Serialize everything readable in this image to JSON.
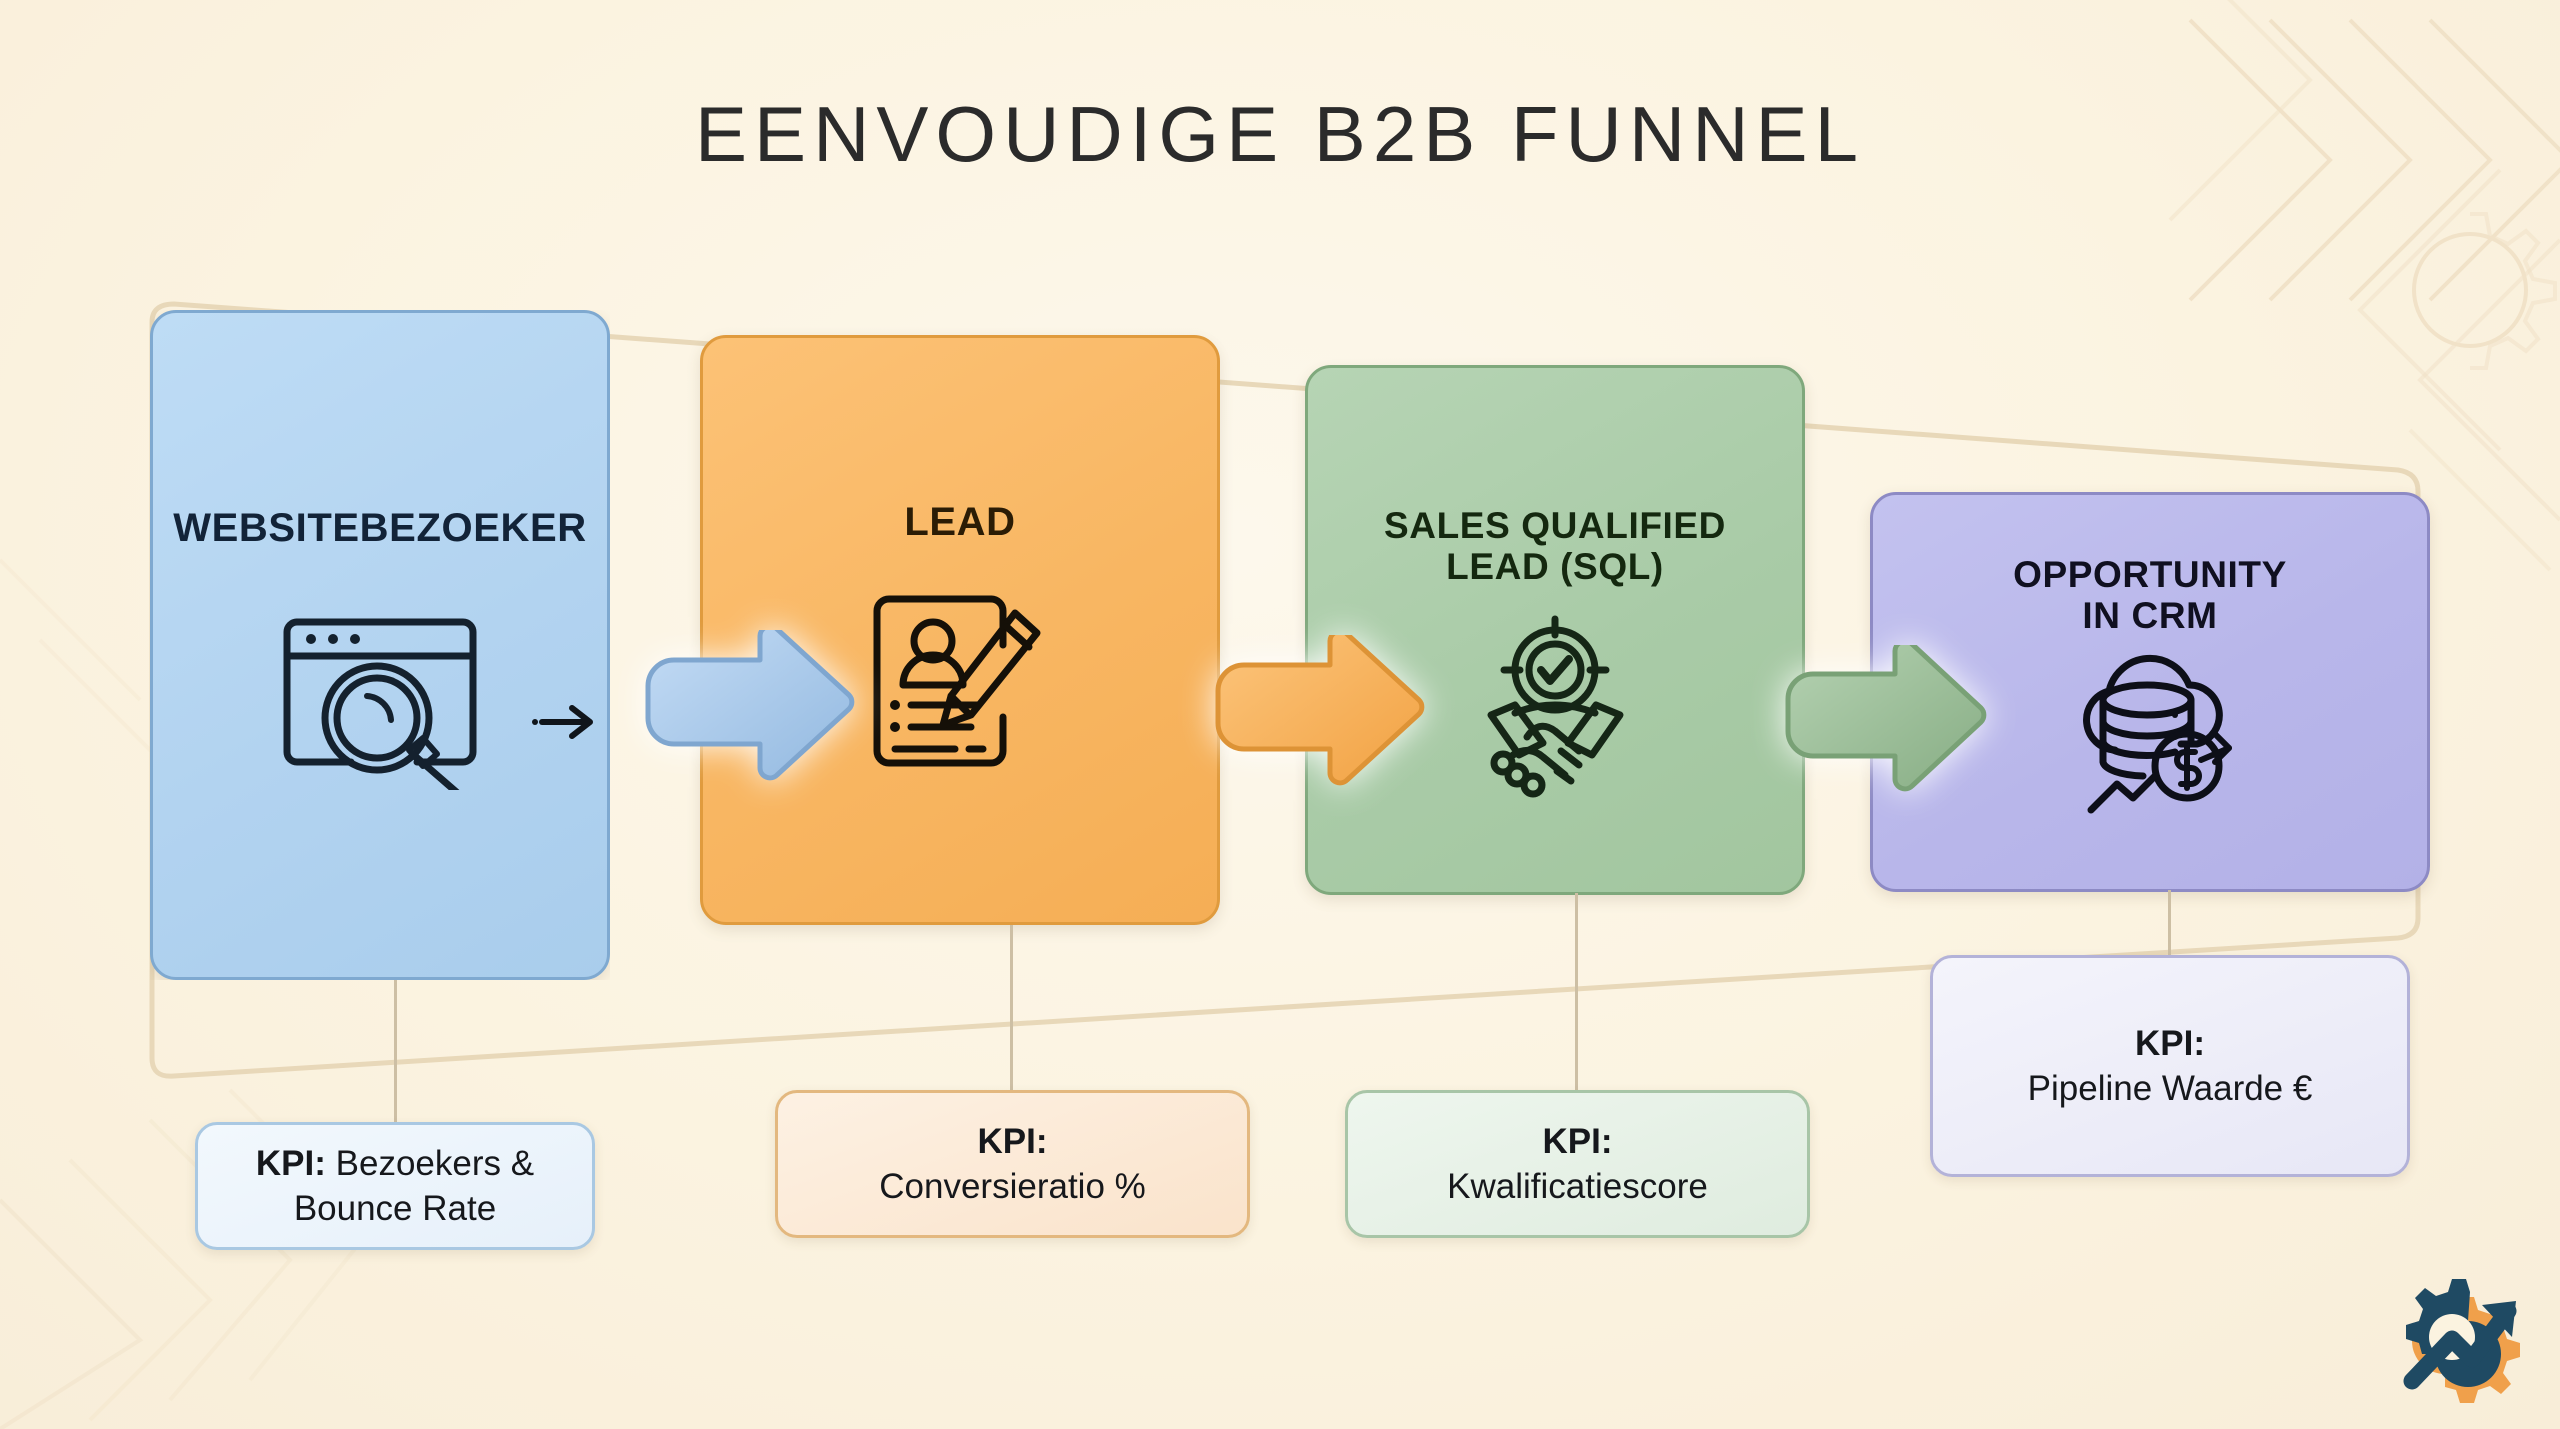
{
  "page": {
    "title": "EENVOUDIGE B2B FUNNEL",
    "background_color": "#fbf3e0",
    "accent_colors": {
      "stage_1": "#b2d3f0",
      "stage_2": "#f8b662",
      "stage_3": "#a9cba7",
      "stage_4": "#b8b6ea",
      "logo_dark": "#1f4a63",
      "logo_orange": "#f0a04b"
    }
  },
  "funnel": {
    "stages": [
      {
        "id": "websitebezoeker",
        "label": "WEBSITEBEZOEKER",
        "label_lines": [
          "WEBSITEBEZOEKER"
        ],
        "color": "#b2d3f0",
        "border_color": "#7fa9d0",
        "text_color": "#122338",
        "icon": "browser-search-icon",
        "kpi": {
          "prefix": "KPI:",
          "value": "Bezoekers & Bounce Rate",
          "layout": "inline",
          "card_color": "#e6f0fa",
          "card_border": "#a9c8e2"
        }
      },
      {
        "id": "lead",
        "label": "LEAD",
        "label_lines": [
          "LEAD"
        ],
        "color": "#f8b662",
        "border_color": "#e09b3e",
        "text_color": "#2b1c05",
        "icon": "form-signup-icon",
        "kpi": {
          "prefix": "KPI:",
          "value": "Conversieratio %",
          "layout": "stacked",
          "card_color": "#fae3cb",
          "card_border": "#e3b87f"
        }
      },
      {
        "id": "sales-qualified-lead",
        "label": "SALES QUALIFIED LEAD (SQL)",
        "label_lines": [
          "SALES QUALIFIED",
          "LEAD (SQL)"
        ],
        "color": "#a9cba7",
        "border_color": "#7fa87c",
        "text_color": "#14280f",
        "icon": "handshake-target-icon",
        "kpi": {
          "prefix": "KPI:",
          "value": "Kwalificatiescore",
          "layout": "stacked",
          "card_color": "#dfecdf",
          "card_border": "#a8c5a7"
        }
      },
      {
        "id": "opportunity-in-crm",
        "label": "OPPORTUNITY IN CRM",
        "label_lines": [
          "OPPORTUNITY",
          "IN CRM"
        ],
        "color": "#b8b6ea",
        "border_color": "#8d8ac4",
        "text_color": "#101020",
        "icon": "cloud-database-revenue-icon",
        "kpi": {
          "prefix": "KPI:",
          "value": "Pipeline Waarde €",
          "layout": "stacked",
          "card_color": "#e7e7f6",
          "card_border": "#b3b2d8"
        }
      }
    ],
    "connectors": [
      {
        "from": "websitebezoeker",
        "to": "lead",
        "icon": "right-arrow-icon",
        "color": "#a8c9ec"
      },
      {
        "from": "lead",
        "to": "sales-qualified-lead",
        "icon": "right-arrow-icon",
        "color": "#f6ad54"
      },
      {
        "from": "sales-qualified-lead",
        "to": "opportunity-in-crm",
        "icon": "right-arrow-icon",
        "color": "#9fc19c"
      }
    ]
  },
  "branding": {
    "logo": "gear-growth-arrow-logo"
  }
}
